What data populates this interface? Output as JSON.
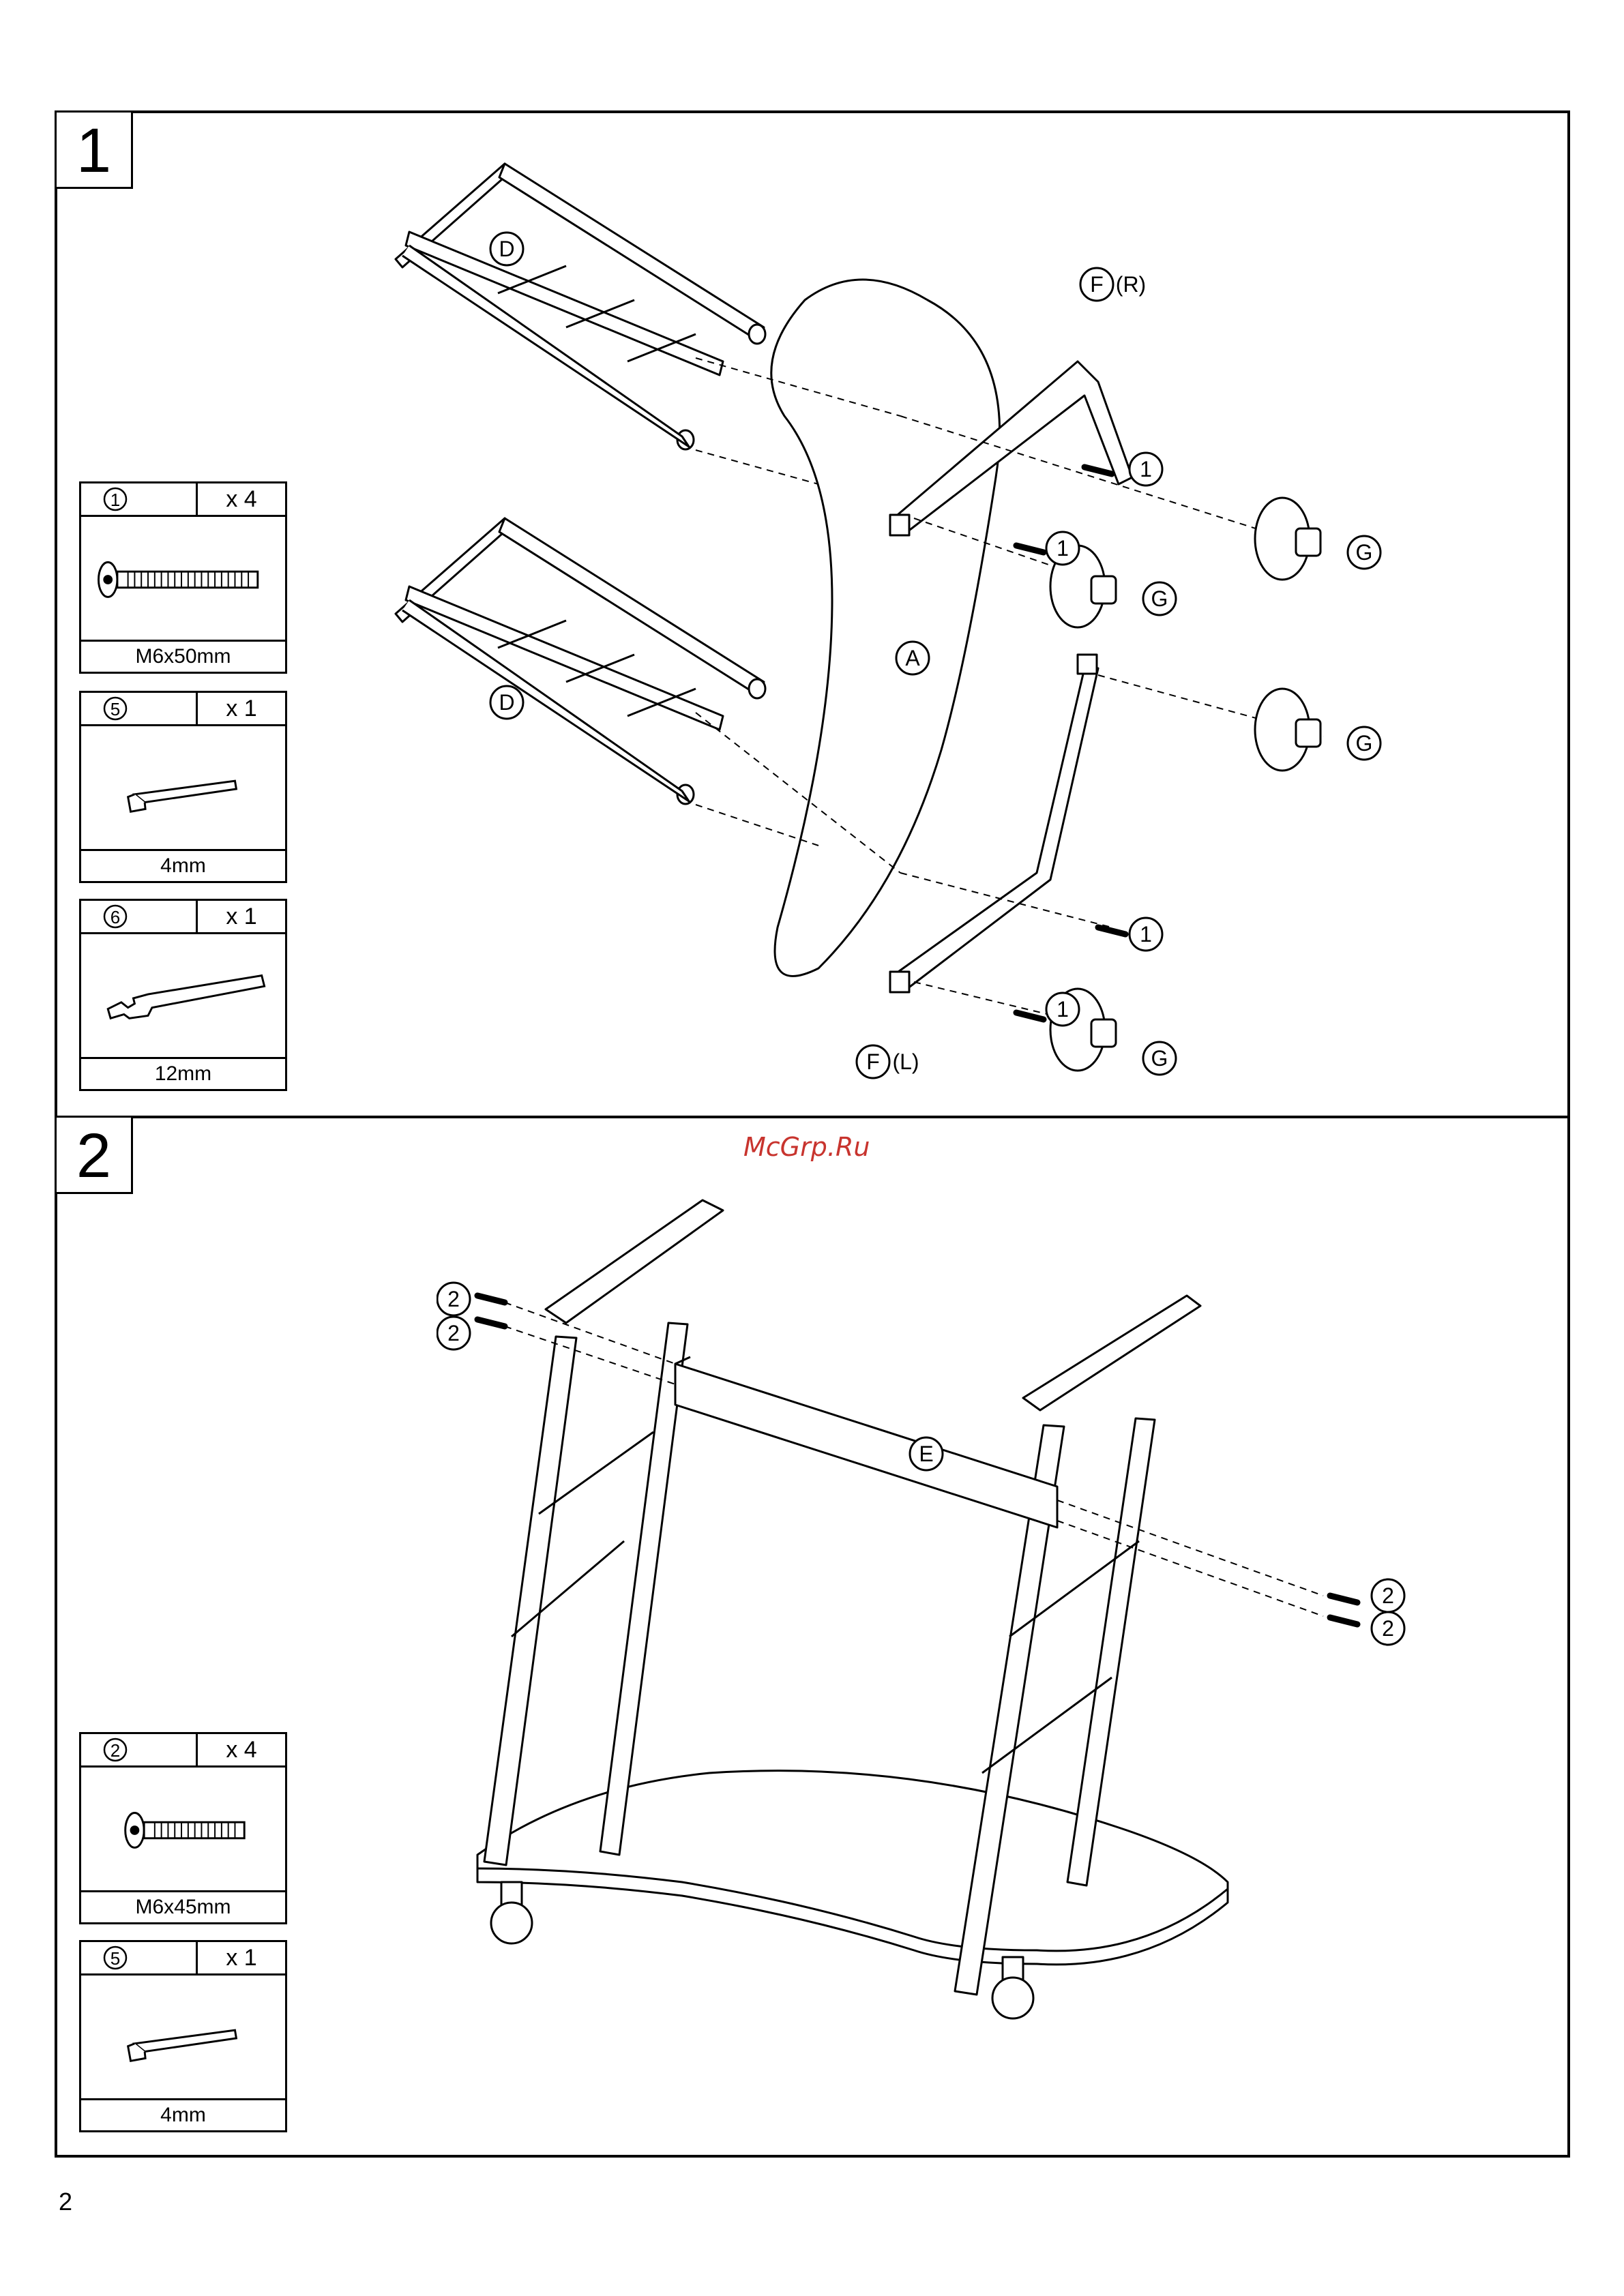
{
  "watermark": "McGrp.Ru",
  "page_number": "2",
  "steps": [
    {
      "number": "1",
      "parts": [
        {
          "id": "①",
          "qty": "x 4",
          "caption": "M6x50mm",
          "icon": "bolt-icon"
        },
        {
          "id": "⑤",
          "qty": "x 1",
          "caption": "4mm",
          "icon": "allen-key-icon"
        },
        {
          "id": "⑥",
          "qty": "x 1",
          "caption": "12mm",
          "icon": "wrench-icon"
        }
      ],
      "labels": {
        "panel": "A",
        "leg": "D",
        "frame_right": "F",
        "frame_right_side": "(R)",
        "frame_left": "F",
        "frame_left_side": "(L)",
        "cam": "G",
        "screw": "1"
      }
    },
    {
      "number": "2",
      "parts": [
        {
          "id": "②",
          "qty": "x 4",
          "caption": "M6x45mm",
          "icon": "bolt-icon"
        },
        {
          "id": "⑤",
          "qty": "x 1",
          "caption": "4mm",
          "icon": "allen-key-icon"
        }
      ],
      "labels": {
        "beam": "E",
        "screw": "2"
      }
    }
  ]
}
